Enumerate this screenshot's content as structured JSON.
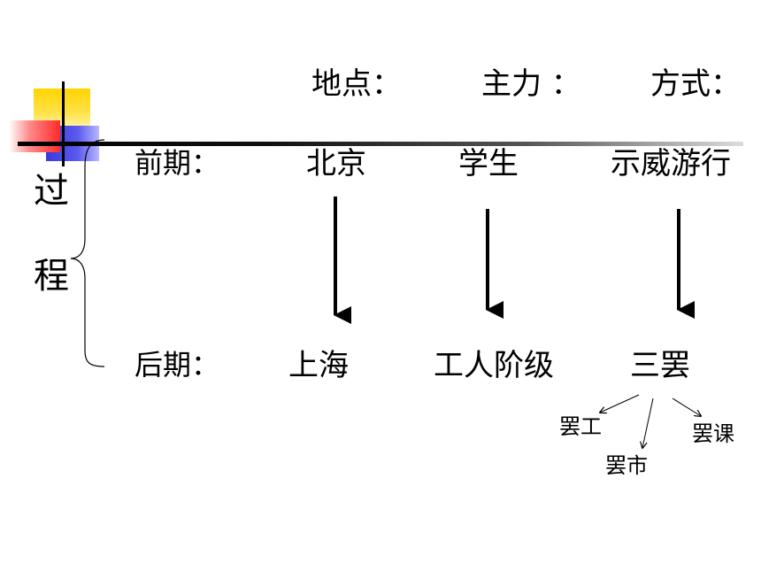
{
  "header": {
    "location": "地点：",
    "force": "主力 ：",
    "method": "方式："
  },
  "side": {
    "char1": "过",
    "char2": "程"
  },
  "early": {
    "label": "前期：",
    "location": "北京",
    "force": "学生",
    "method": "示威游行"
  },
  "late": {
    "label": "后期：",
    "location": "上海",
    "force": "工人阶级",
    "method": "三罢"
  },
  "branches": {
    "worker": "罢工",
    "market": "罢市",
    "class": "罢课"
  }
}
